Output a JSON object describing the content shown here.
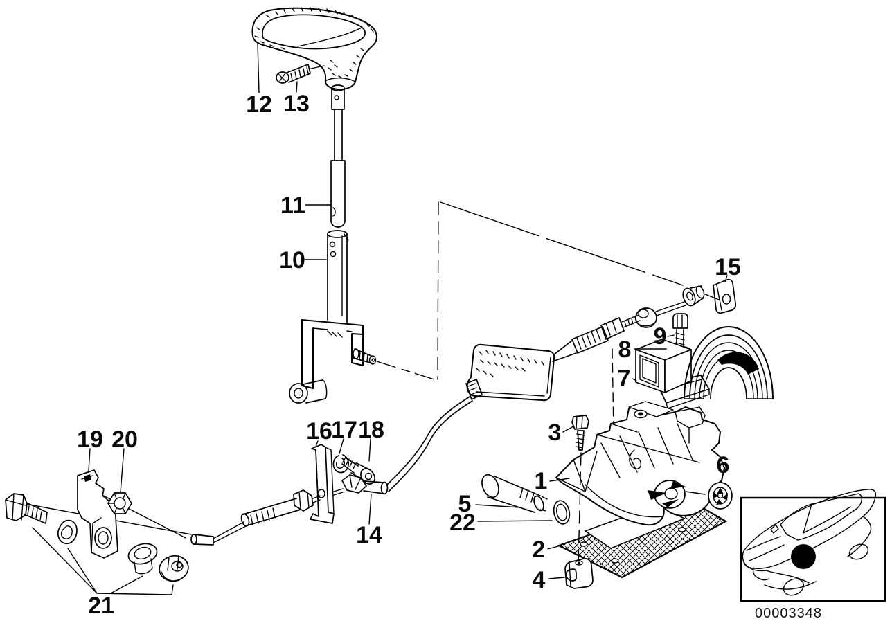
{
  "page": {
    "background_color": "#ffffff",
    "line_color": "#000000",
    "description_kind": "exploded-parts-diagram"
  },
  "callouts": {
    "c1": "1",
    "c2": "2",
    "c3": "3",
    "c4": "4",
    "c5": "5",
    "c6": "6",
    "c7": "7",
    "c8": "8",
    "c9": "9",
    "c10": "10",
    "c11": "11",
    "c12": "12",
    "c13": "13",
    "c14": "14",
    "c15": "15",
    "c16": "16",
    "c17": "17",
    "c18": "18",
    "c19": "19",
    "c20": "20",
    "c21": "21",
    "c22": "22"
  },
  "footer": {
    "image_number": "00003348"
  }
}
